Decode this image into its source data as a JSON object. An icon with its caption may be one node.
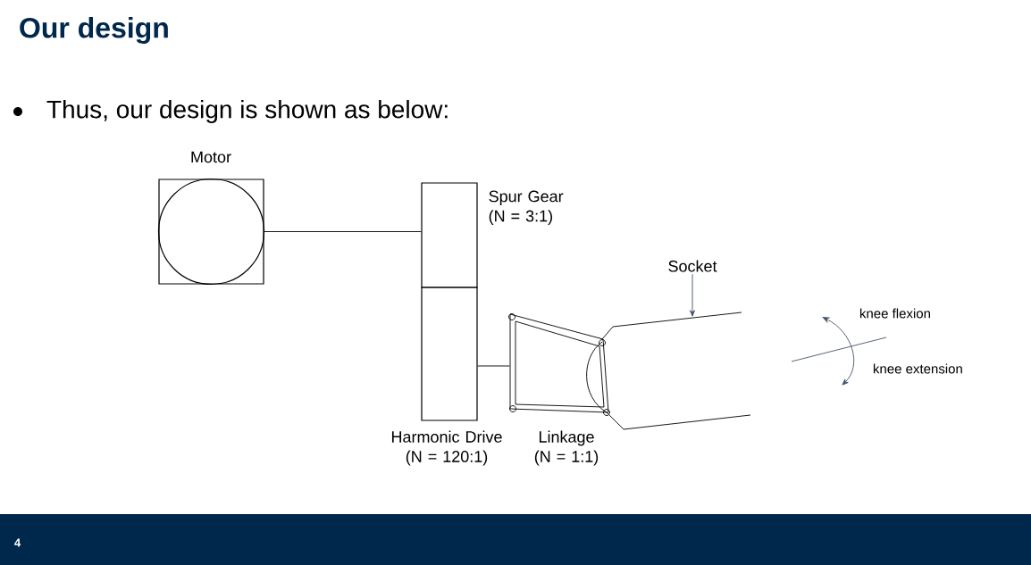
{
  "diagram": {
    "title": "Our design",
    "nodes": [
      {
        "text": [
          "Motor"
        ]
      },
      {
        "text": [
          "Spur Gear (N = 3:1)"
        ]
      },
      {
        "text": [
          "Harmonic Drive (N = 120:1)"
        ]
      },
      {
        "text": [
          "Linkage (N = 1:1)"
        ]
      },
      {
        "text": [
          "Socket"
        ]
      },
      {
        "text": [],
        "shape": "tube"
      }
    ],
    "edges": [
      {
        "from": 0,
        "to": 1,
        "arrow": "none"
      },
      {
        "from": 2,
        "to": 3,
        "arrow": "none"
      },
      {
        "from": 4,
        "to": 5,
        "arrow": "to",
        "color": "#44546a"
      }
    ],
    "labels": [
      "Thus, our design is shown as below:",
      "knee flexion",
      "knee extension",
      "4"
    ]
  }
}
